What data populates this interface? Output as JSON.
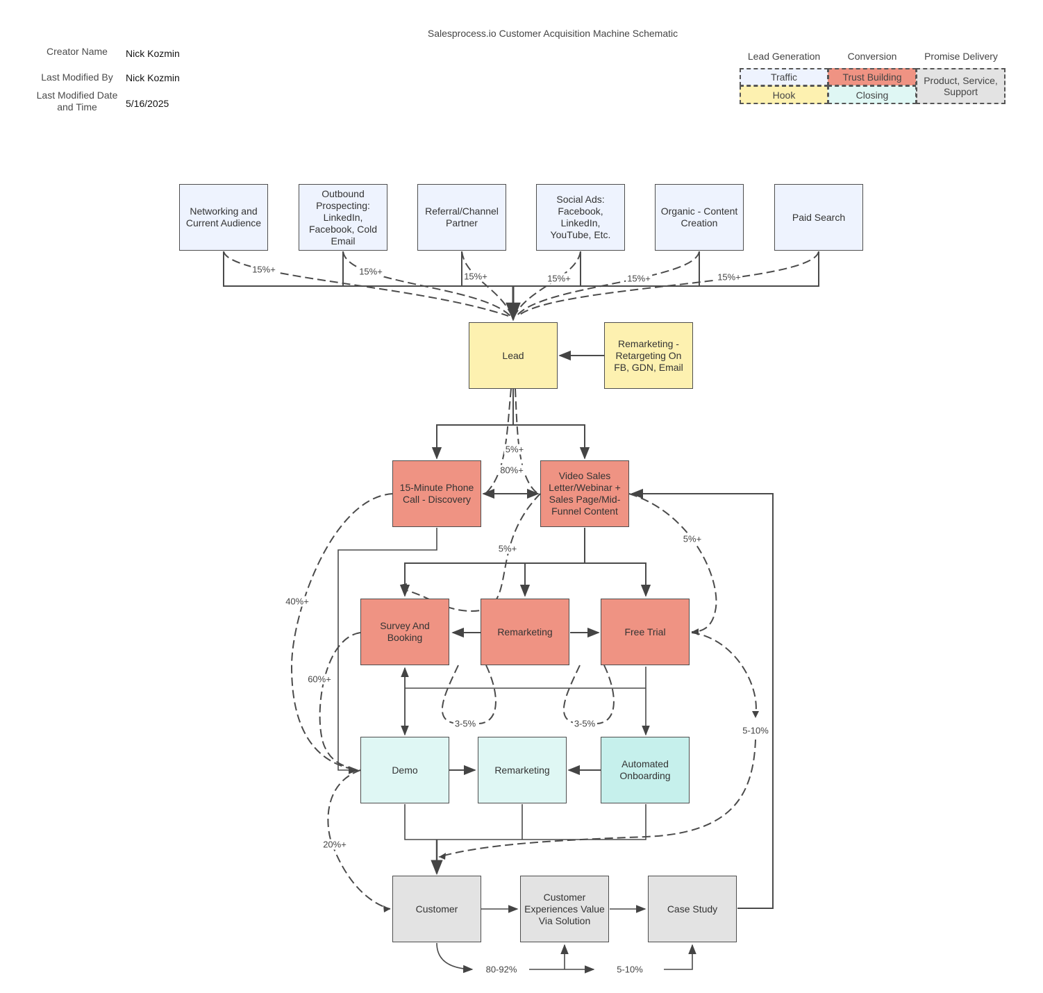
{
  "title": "Salesprocess.io Customer Acquisition Machine Schematic",
  "meta": {
    "creator_label": "Creator Name",
    "creator_value": "Nick Kozmin",
    "modified_by_label": "Last Modified By",
    "modified_by_value": "Nick Kozmin",
    "modified_date_label": "Last Modified Date and Time",
    "modified_date_value": "5/16/2025"
  },
  "legend": {
    "col1_head": "Lead Generation",
    "col2_head": "Conversion",
    "col3_head": "Promise Delivery",
    "traffic": "Traffic",
    "hook": "Hook",
    "trust": "Trust Building",
    "closing": "Closing",
    "delivery": "Product, Service, Support",
    "colors": {
      "traffic": "#eef3fe",
      "hook": "#fdf1b0",
      "trust": "#ef9383",
      "closing": "#dff7f4",
      "delivery": "#e3e3e3"
    }
  },
  "nodes": {
    "networking": "Networking and Current Audience",
    "outbound": "Outbound Prospecting: LinkedIn, Facebook, Cold Email",
    "referral": "Referral/Channel Partner",
    "social": "Social Ads: Facebook, LinkedIn, YouTube, Etc.",
    "organic": "Organic - Content Creation",
    "paid": "Paid Search",
    "lead": "Lead",
    "remarketing_top": "Remarketing - Retargeting On FB, GDN, Email",
    "phone": "15-Minute Phone Call - Discovery",
    "vsl": "Video Sales Letter/Webinar + Sales Page/Mid-Funnel Content",
    "survey": "Survey And Booking",
    "remarketing_mid": "Remarketing",
    "free_trial": "Free Trial",
    "demo": "Demo",
    "remarketing_low": "Remarketing",
    "onboarding": "Automated Onboarding",
    "customer": "Customer",
    "experience": "Customer Experiences Value Via Solution",
    "case_study": "Case Study"
  },
  "edge_labels": {
    "t1": "15%+",
    "t2": "15%+",
    "t3": "15%+",
    "t4": "15%+",
    "t5": "15%+",
    "t6": "15%+",
    "lead_vsl": "5%+",
    "lead_phone": "80%+",
    "vsl_survey": "5%+",
    "vsl_trial": "5%+",
    "phone_demo": "40%+",
    "survey_demo": "60%+",
    "rem_left_loop": "3-5%",
    "rem_right_loop": "3-5%",
    "trial_customer": "5-10%",
    "demo_customer": "20%+",
    "customer_experience": "80-92%",
    "experience_case": "5-10%"
  }
}
